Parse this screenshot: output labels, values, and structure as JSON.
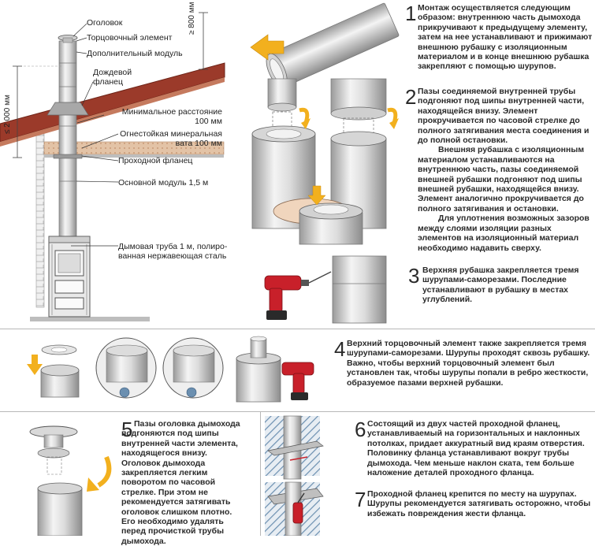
{
  "left_diagram": {
    "labels": {
      "cap": "Оголовок",
      "end_element": "Торцовочный элемент",
      "extra_module": "Дополнительный модуль",
      "rain_flange_1": "Дождевой",
      "rain_flange_2": "фланец",
      "min_distance_1": "Минимальное расстояние",
      "min_distance_2": "100 мм",
      "wool_1": "Огнестойкая минеральная",
      "wool_2": "вата 100 мм",
      "pass_flange": "Проходной фланец",
      "main_module": "Основной модуль 1,5 м",
      "smoke_pipe_1": "Дымовая труба 1 м, полиро-",
      "smoke_pipe_2": "ванная нержавеющая сталь",
      "dim_800": "≥ 800 мм",
      "dim_2000": "≤ 2 000 мм"
    }
  },
  "steps": [
    {
      "number": "1",
      "paragraphs": [
        "Монтаж осуществляется следующим образом: внутреннюю часть дымохода прикручивают к предыдущему элементу, затем на нее устанавливают и прижимают внешнюю рубашку с изоляционным материалом и в конце внешнюю рубашка закрепляют с помощью шурупов."
      ]
    },
    {
      "number": "2",
      "paragraphs": [
        "Пазы соединяемой внутренней трубы подгоняют под шипы внутренней части, находящейся внизу. Элемент прокручивается по часовой стрелке до полного затягивания места соединения и до полной остановки.",
        "Внешняя рубашка с изоляционным материалом устанавливаются на внутреннюю часть, пазы соединяемой внешней рубашки подгоняют под шипы внешней рубашки, находящейся внизу. Элемент аналогично прокручивается до полного затягивания и остановки.",
        "Для уплотнения возможных зазоров между слоями изоляции разных элементов на изоляционный материал необходимо надавить сверху."
      ]
    },
    {
      "number": "3",
      "paragraphs": [
        "Верхняя рубашка закрепляется тремя шурупами-саморезами. Последние устанавливают в рубашку в местах углублений."
      ]
    },
    {
      "number": "4",
      "paragraphs": [
        "Верхний торцовочный элемент также закрепляется тремя шурупами-саморезами. Шурупы проходят сквозь рубашку. Важно, чтобы верхний торцовочный элемент был установлен так, чтобы шурупы попали в ребро жесткости, образуемое пазами верхней рубашки."
      ]
    },
    {
      "number": "5",
      "paragraphs": [
        "Пазы оголовка дымохода подгоняются под шипы внутренней части элемента, находящегося внизу. Оголовок дымохода закрепляется легким поворотом по часовой стрелке. При этом не рекомендуется затягивать оголовок слишком плотно. Его необходимо удалять перед прочисткой трубы дымохода."
      ]
    },
    {
      "number": "6",
      "paragraphs": [
        "Состоящий из двух частей проходной фланец, устанавливаемый на горизонтальных и наклонных потолках, придает аккуратный вид краям отверстия. Половинку фланца устанавливают вокруг трубы дымохода. Чем меньше наклон ската, тем больше наложение деталей проходного фланца."
      ]
    },
    {
      "number": "7",
      "paragraphs": [
        "Проходной фланец крепится по месту на шурупах. Шурупы рекомендуется затягивать осторожно, чтобы избежать повреждения жести фланца."
      ]
    }
  ],
  "colors": {
    "roof": "#9b3a2a",
    "arrow": "#f2b01e",
    "drill": "#c8202a",
    "pipe": "#d8d8d8",
    "hatch": "#6b8fb0"
  }
}
